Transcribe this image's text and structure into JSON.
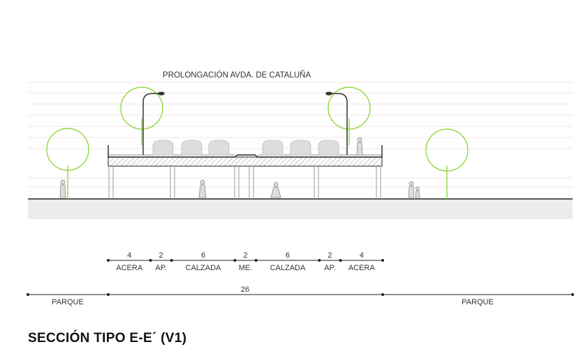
{
  "street_title": "PROLONGACIÓN AVDA. DE CATALUÑA",
  "section_title": "SECCIÓN TIPO E-E´ (V1)",
  "colors": {
    "tree": "#7ed321",
    "line": "#222222",
    "ground": "#ececec"
  },
  "dimensions": {
    "segments": [
      {
        "value": "4",
        "label": "ACERA"
      },
      {
        "value": "2",
        "label": "AP."
      },
      {
        "value": "6",
        "label": "CALZADA"
      },
      {
        "value": "2",
        "label": "ME."
      },
      {
        "value": "6",
        "label": "CALZADA"
      },
      {
        "value": "2",
        "label": "AP."
      },
      {
        "value": "4",
        "label": "ACERA"
      }
    ],
    "total": "26",
    "left_label": "PARQUE",
    "right_label": "PARQUE"
  }
}
